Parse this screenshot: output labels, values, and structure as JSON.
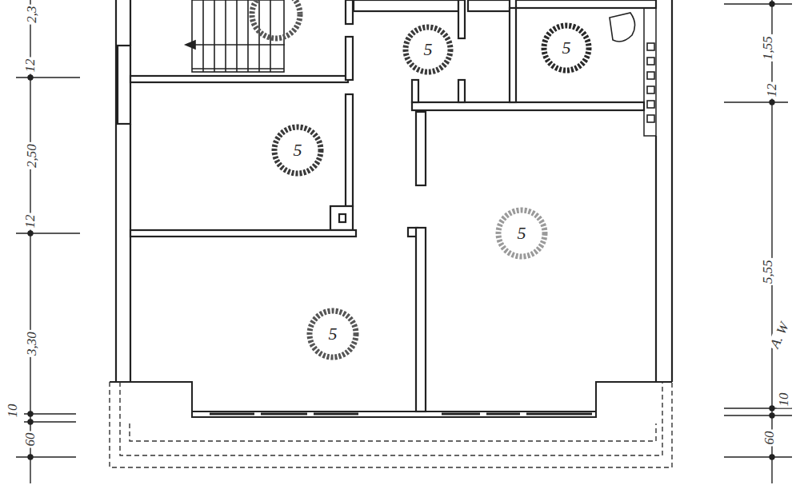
{
  "diagram": {
    "nodes": [
      {
        "text": [
          "5"
        ]
      },
      {
        "text": [
          "5"
        ]
      },
      {
        "text": [
          "5"
        ]
      },
      {
        "text": [
          "5"
        ]
      },
      {
        "text": [
          "5"
        ]
      }
    ],
    "labels": [
      "2,3",
      "12",
      "2,50",
      "12",
      "3,30",
      "10",
      "60",
      "1,55",
      "12",
      "5,55",
      "10",
      "60",
      "A. W"
    ]
  }
}
